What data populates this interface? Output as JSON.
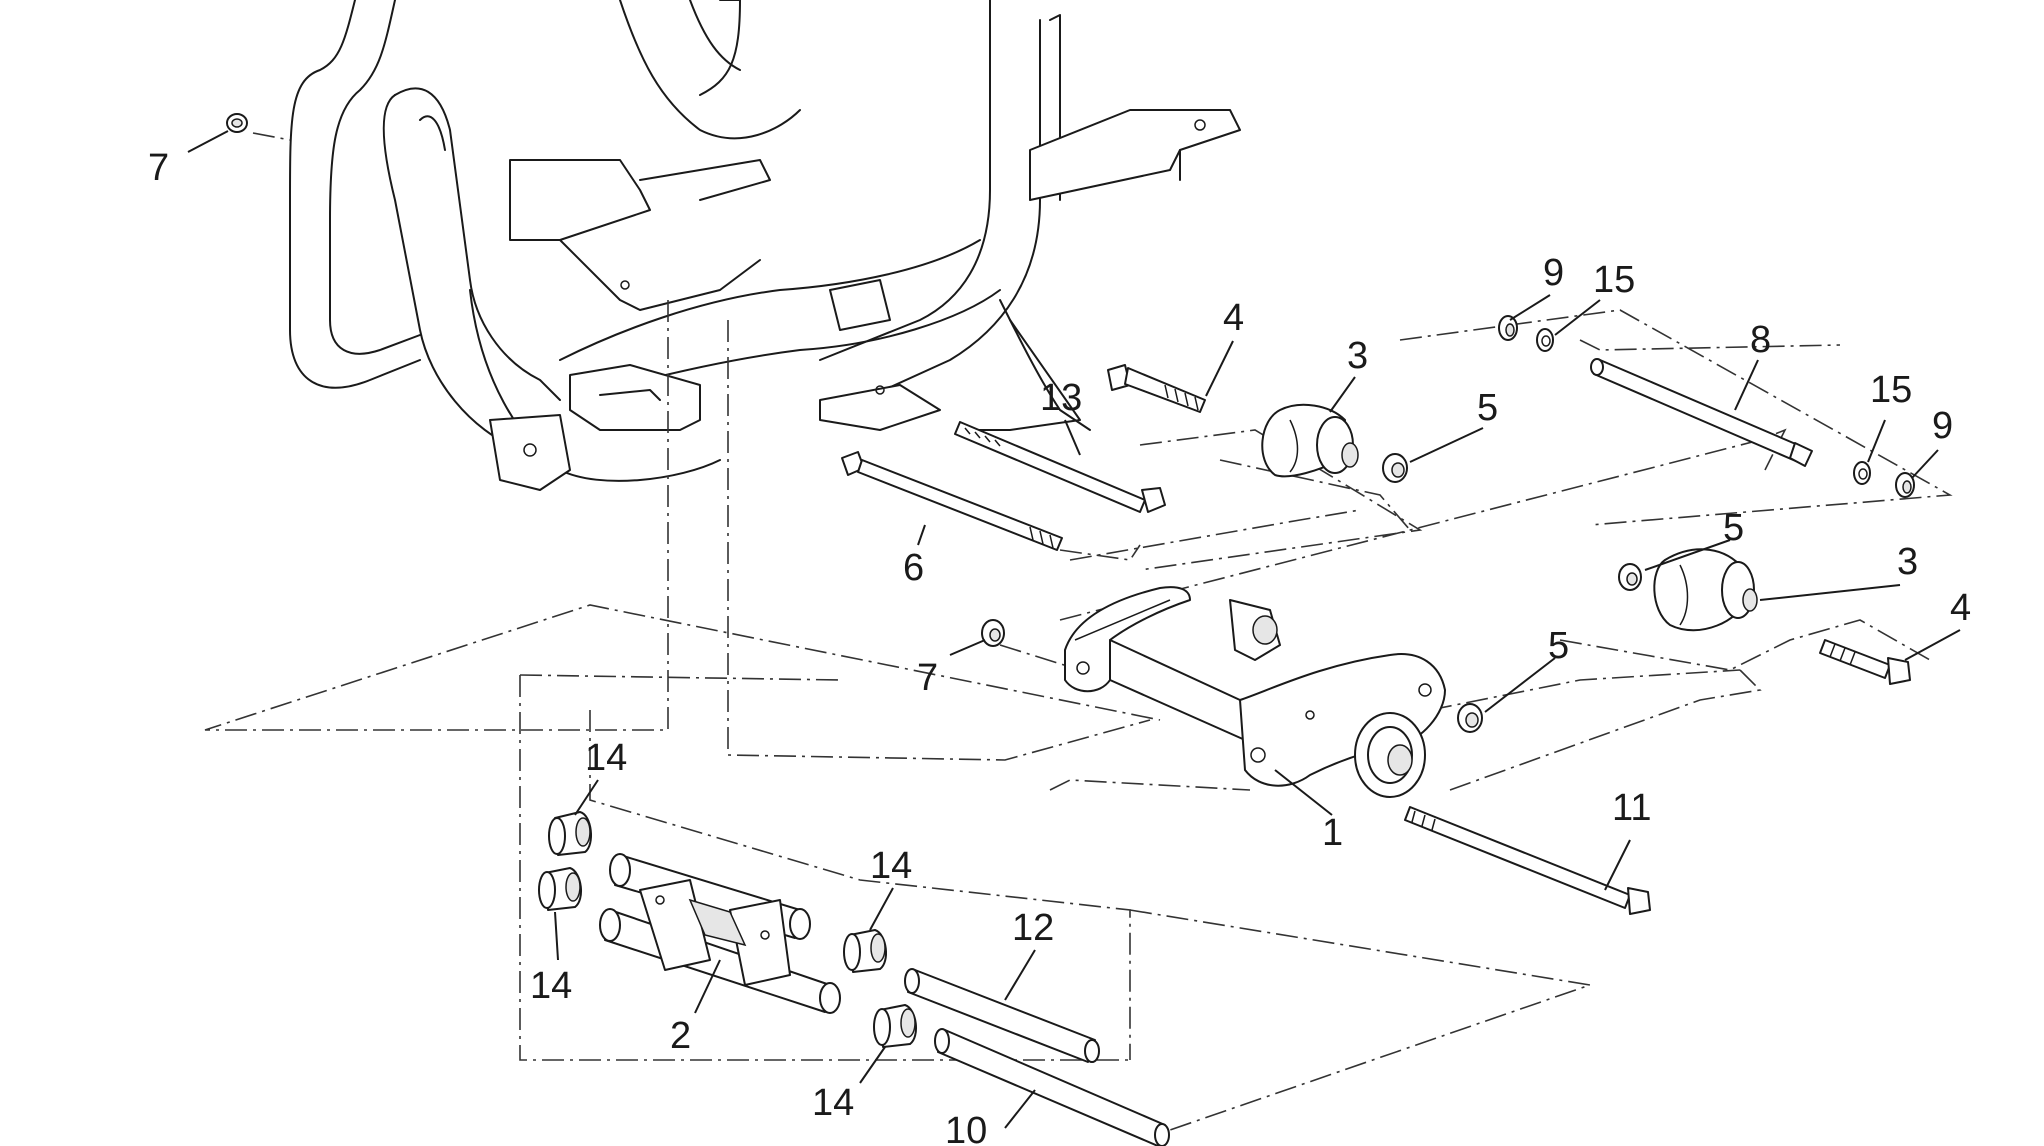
{
  "diagram": {
    "callouts": [
      {
        "id": "c7a",
        "text": "7"
      },
      {
        "id": "c4a",
        "text": "4"
      },
      {
        "id": "c3a",
        "text": "3"
      },
      {
        "id": "c5a",
        "text": "5"
      },
      {
        "id": "c13",
        "text": "13"
      },
      {
        "id": "c6",
        "text": "6"
      },
      {
        "id": "c9a",
        "text": "9"
      },
      {
        "id": "c15a",
        "text": "15"
      },
      {
        "id": "c8",
        "text": "8"
      },
      {
        "id": "c15b",
        "text": "15"
      },
      {
        "id": "c9b",
        "text": "9"
      },
      {
        "id": "c5b",
        "text": "5"
      },
      {
        "id": "c3b",
        "text": "3"
      },
      {
        "id": "c4b",
        "text": "4"
      },
      {
        "id": "c7b",
        "text": "7"
      },
      {
        "id": "c5c",
        "text": "5"
      },
      {
        "id": "c1",
        "text": "1"
      },
      {
        "id": "c11",
        "text": "11"
      },
      {
        "id": "c14a",
        "text": "14"
      },
      {
        "id": "c14b",
        "text": "14"
      },
      {
        "id": "c14c",
        "text": "14"
      },
      {
        "id": "c14d",
        "text": "14"
      },
      {
        "id": "c2",
        "text": "2"
      },
      {
        "id": "c12",
        "text": "12"
      },
      {
        "id": "c10",
        "text": "10"
      }
    ]
  }
}
